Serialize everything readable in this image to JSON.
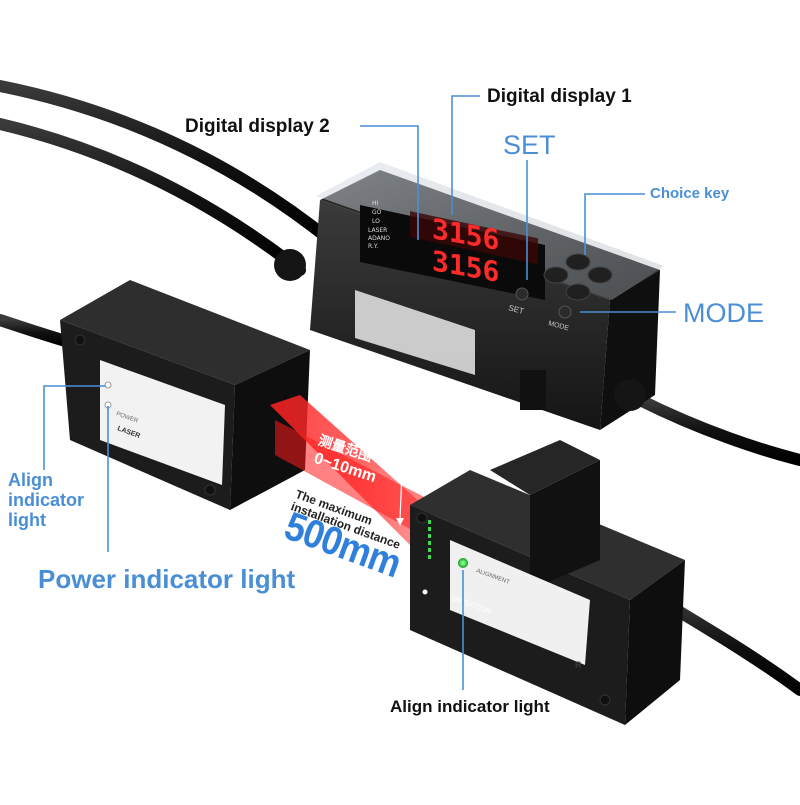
{
  "labels": {
    "digital_display_1": "Digital display 1",
    "digital_display_2": "Digital display 2",
    "set": "SET",
    "choice_key": "Choice key",
    "mode": "MODE",
    "align_indicator_left": [
      "Align",
      "indicator",
      "light"
    ],
    "power_indicator": "Power indicator light",
    "align_indicator_bottom": "Align indicator light"
  },
  "beam": {
    "range_cn": "测量范围",
    "range_value": "0~10mm",
    "max_install_text": [
      "The maximum",
      "installation distance"
    ],
    "max_install_value": "500mm"
  },
  "display": {
    "reading_1": "3156",
    "reading_2": "3156",
    "side_labels": [
      "HI",
      "GO",
      "LO",
      "LASER",
      "ADANO",
      "R.Y."
    ],
    "set_key_label": "SET",
    "mode_key_label": "MODE"
  },
  "receiver": {
    "alignment_label": "ALIGNMENT",
    "detection_label": "DETECTION",
    "mark": "R"
  },
  "transmitter": {
    "power_label": "POWER",
    "brand": "LASER"
  },
  "colors": {
    "callout_line": "#4a8fd6",
    "display_digits": "#ff2a2a",
    "laser_beam": "#ff1a1a",
    "device_body": "#1c1c1c",
    "indicator_green": "#3cdc4a"
  }
}
